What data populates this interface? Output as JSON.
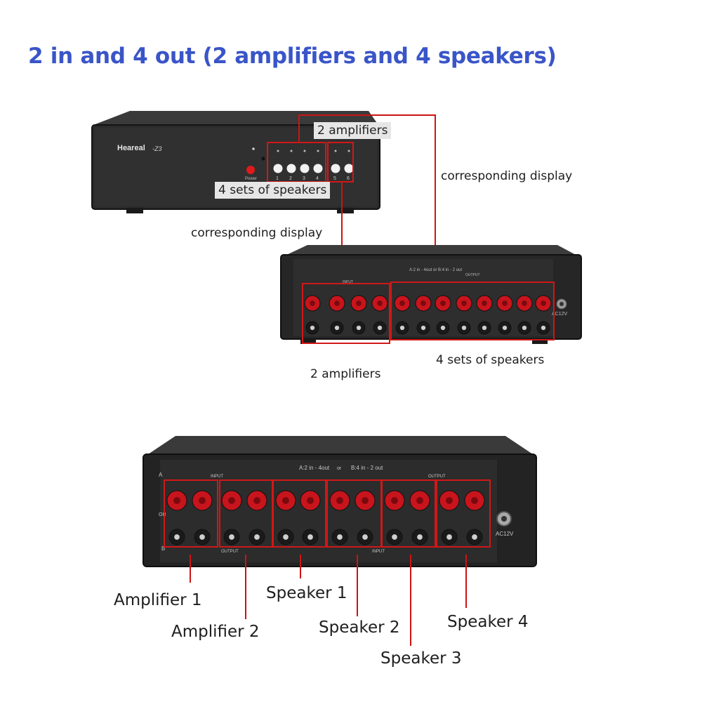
{
  "title": "2 in and 4 out (2 amplifiers and 4 speakers)",
  "front_panel": {
    "brand": "Heareal",
    "model": "-Z3",
    "power_label": "Power",
    "channel_numbers": [
      "1",
      "2",
      "3",
      "4",
      "5",
      "6"
    ],
    "callout_amplifiers": "2 amplifiers",
    "callout_speakers": "4 sets of speakers"
  },
  "annotations": {
    "corresponding_display_right": "corresponding display",
    "corresponding_display_left": "corresponding display"
  },
  "rear_panel_small": {
    "header": "A:2 in - 4out    or    B:4 in - 2 out",
    "input_label": "INPUT",
    "output_label": "OUTPUT",
    "power_jack": "AC12V",
    "caption_amplifiers": "2 amplifiers",
    "caption_speakers": "4 sets of speakers"
  },
  "rear_panel_large": {
    "header_a": "A:2 in - 4out",
    "header_or": "or",
    "header_b": "B:4 in - 2 out",
    "input_label": "INPUT",
    "output_label": "OUTPUT",
    "power_jack": "AC12V",
    "row_a": "A",
    "row_or": "OR",
    "row_b": "B",
    "labels": [
      "Amplifier 1",
      "Amplifier 2",
      "Speaker 1",
      "Speaker 2",
      "Speaker 3",
      "Speaker 4"
    ]
  }
}
